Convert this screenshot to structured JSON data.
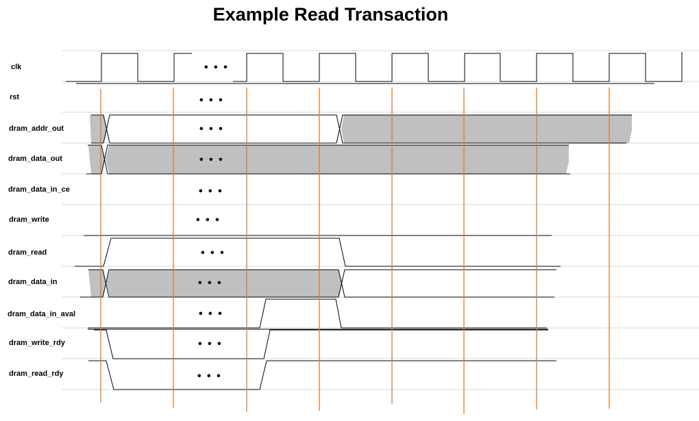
{
  "title": "Example Read Transaction",
  "ellipsis": "• • •",
  "colors": {
    "clock_edge_marker": "#e07a2a",
    "bus_fill": "#c0c0c0",
    "waveform": "#000000",
    "row_separator": "#d9d9d9"
  },
  "signals": [
    {
      "name": "clk"
    },
    {
      "name": "rst"
    },
    {
      "name": "dram_addr_out"
    },
    {
      "name": "dram_data_out"
    },
    {
      "name": "dram_data_in_ce"
    },
    {
      "name": "dram_write"
    },
    {
      "name": "dram_read"
    },
    {
      "name": "dram_data_in"
    },
    {
      "name": "dram_data_in_aval"
    },
    {
      "name": "dram_write_rdy"
    },
    {
      "name": "dram_read_rdy"
    }
  ]
}
